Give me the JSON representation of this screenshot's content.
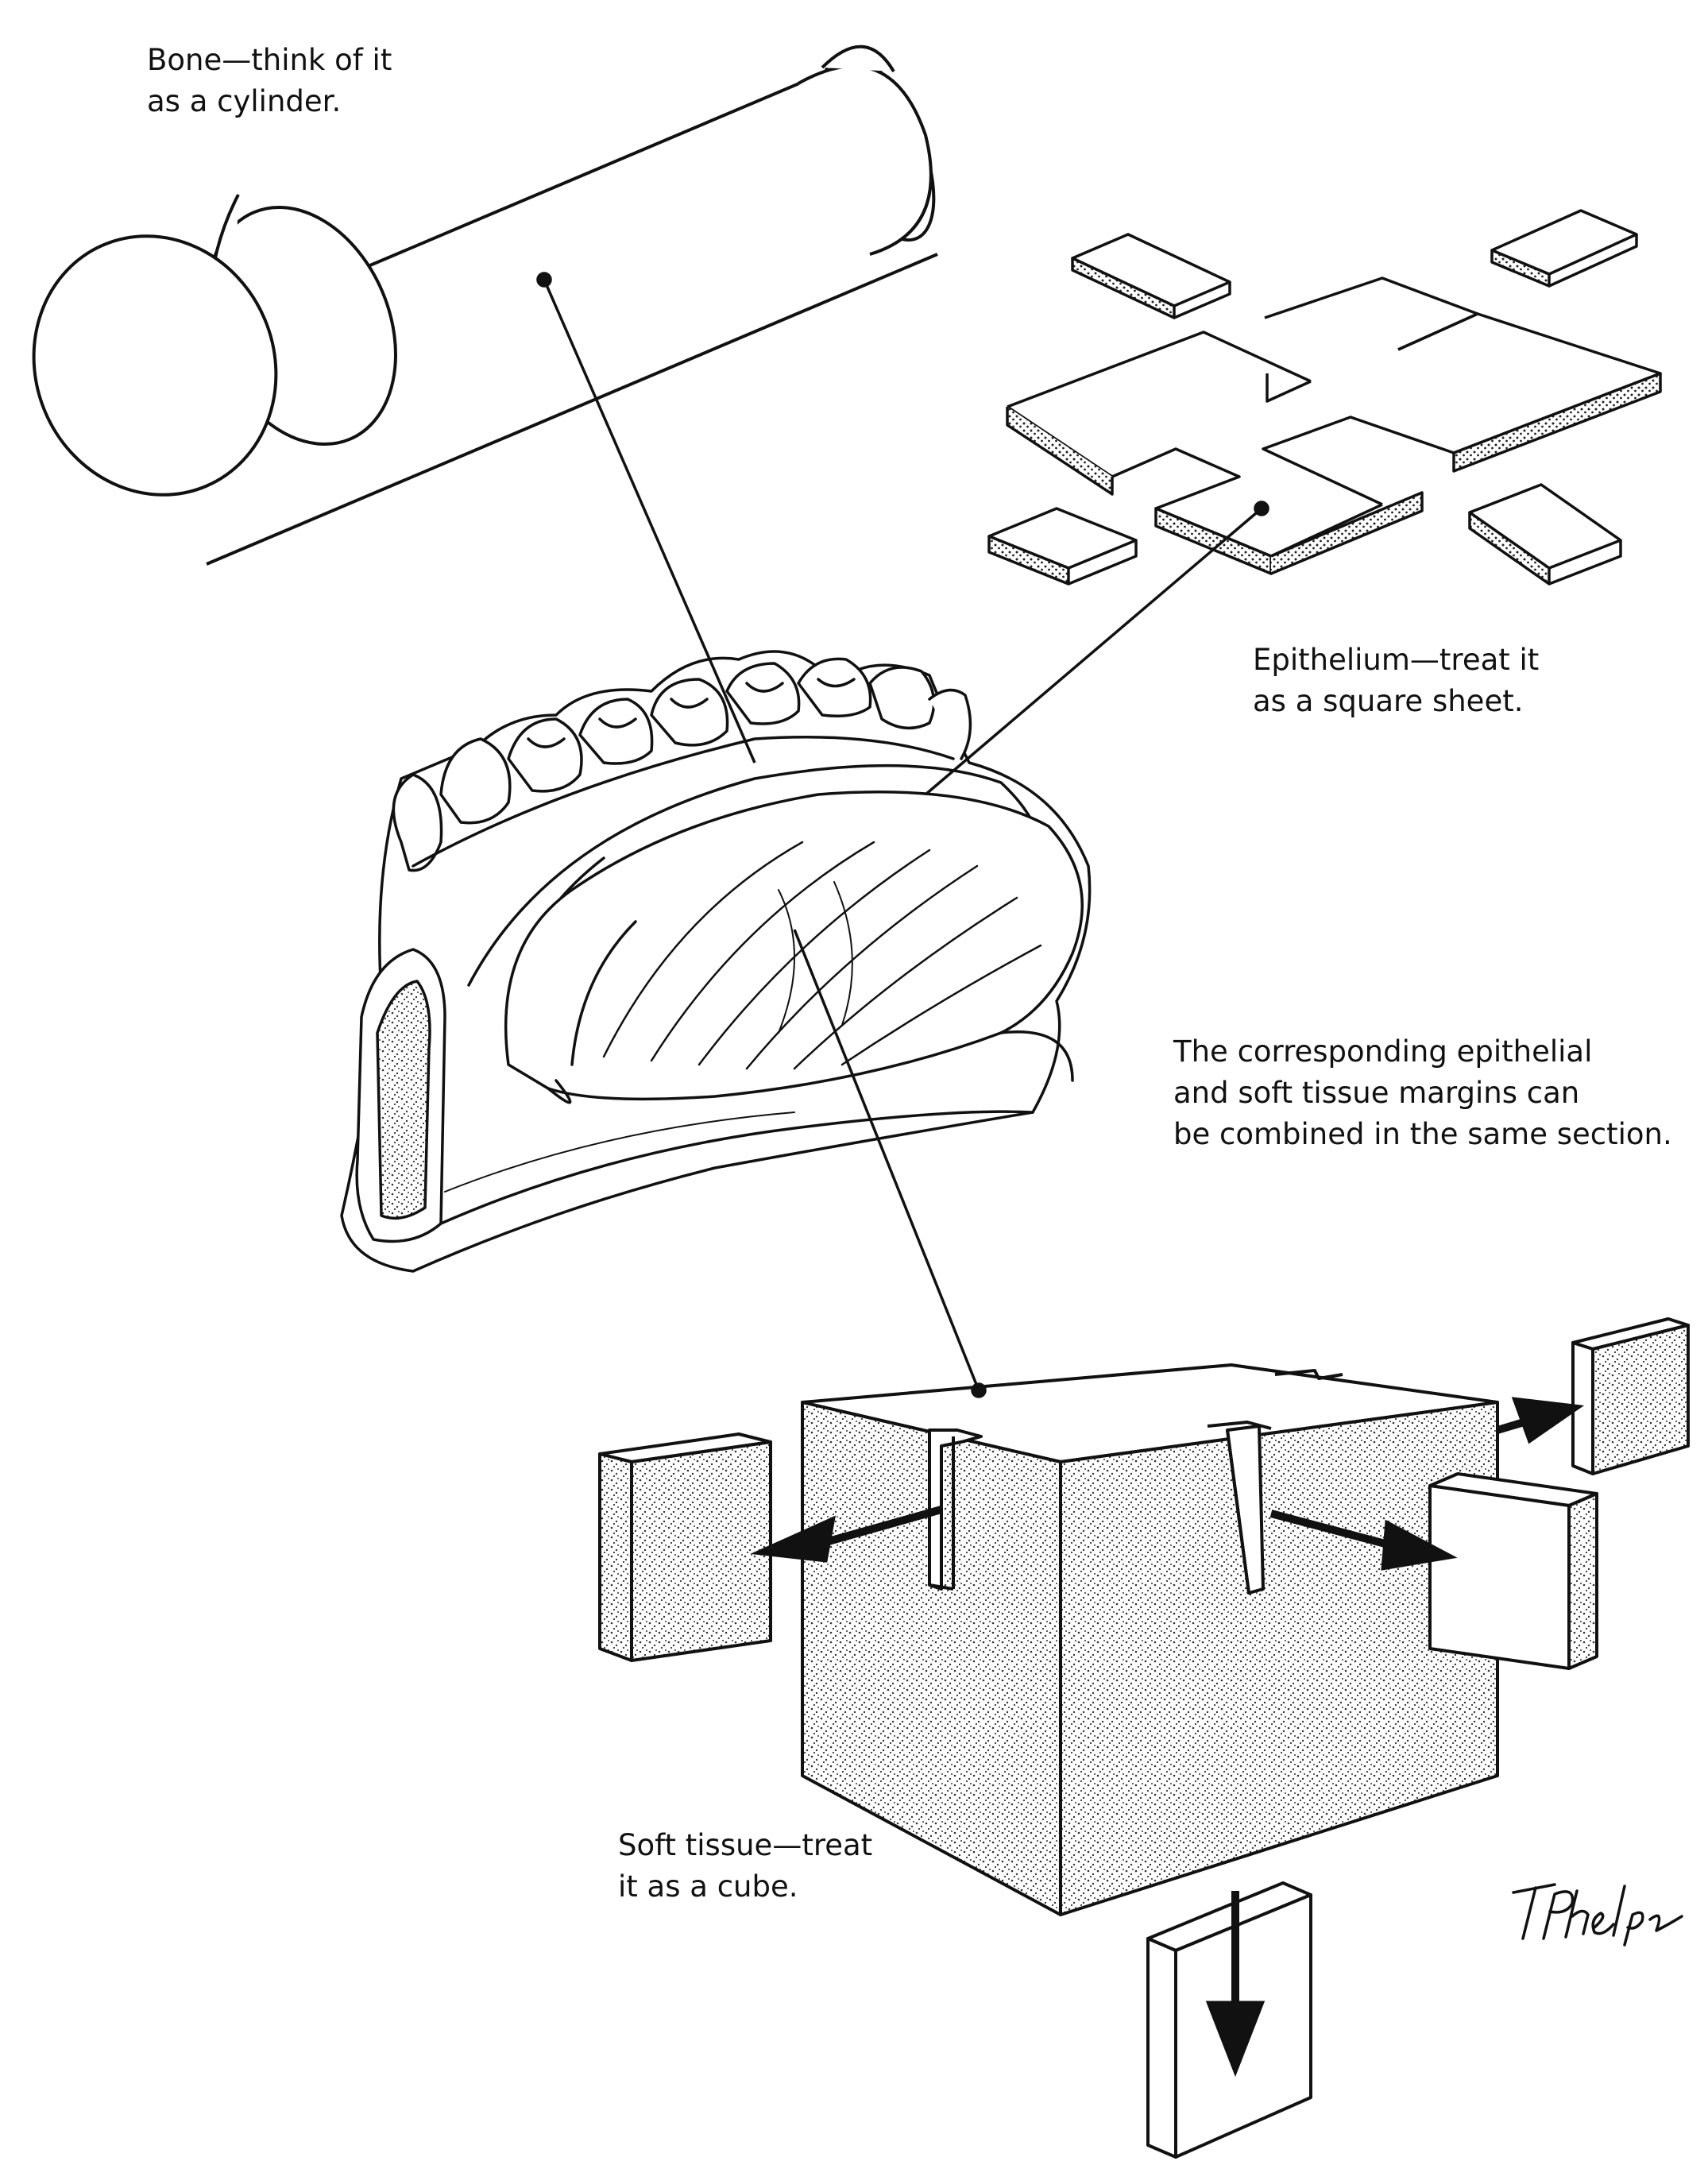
{
  "labels": {
    "bone": [
      "Bone—think of it",
      "as a cylinder."
    ],
    "epithelium": [
      "Epithelium—treat it",
      "as a square sheet."
    ],
    "combined": [
      "The corresponding epithelial",
      "and soft tissue margins can",
      "be combined in the same section."
    ],
    "soft_tissue": [
      "Soft tissue—treat",
      "it as a cube."
    ]
  },
  "signature": "T.Phelps",
  "colors": {
    "ink": "#111111",
    "paper": "#ffffff",
    "stipple": "#3a3a3a"
  }
}
